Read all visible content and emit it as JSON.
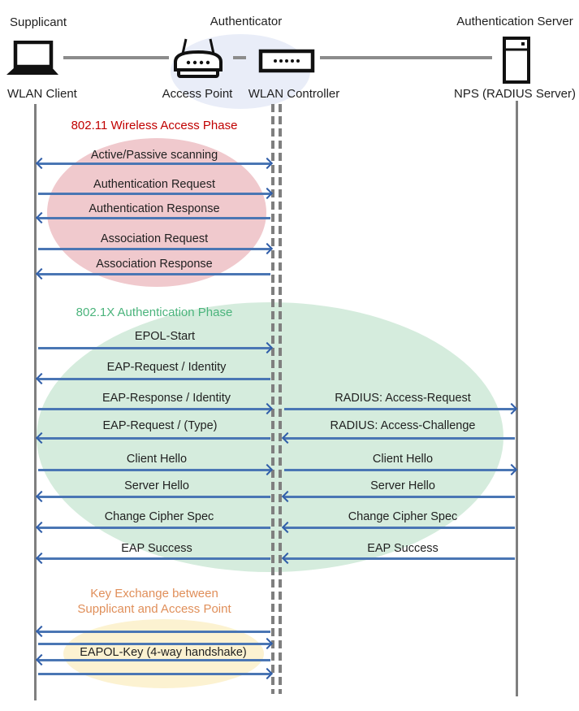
{
  "roles": {
    "supplicant": "Supplicant",
    "authenticator": "Authenticator",
    "authentication_server": "Authentication Server"
  },
  "devices": {
    "wlan_client": "WLAN Client",
    "access_point": "Access Point",
    "wlan_controller": "WLAN Controller",
    "nps": "NPS (RADIUS Server)"
  },
  "phases": {
    "wireless_access": {
      "title": "802.11 Wireless Access Phase",
      "color": "#c00000",
      "ellipse_color": "#f0c9cd"
    },
    "authentication": {
      "title": "802.1X Authentication Phase",
      "color": "#4bb47c",
      "ellipse_color": "#d5ecdd"
    },
    "key_exchange": {
      "title_line1": "Key Exchange between",
      "title_line2": "Supplicant and Access Point",
      "color": "#e08f5a",
      "ellipse_color": "#fcf2d1"
    }
  },
  "messages": [
    {
      "label": "Active/Passive scanning",
      "direction": "bidirectional"
    },
    {
      "label": "Authentication Request",
      "direction": "right"
    },
    {
      "label": "Authentication Response",
      "direction": "left"
    },
    {
      "label": "Association Request",
      "direction": "right"
    },
    {
      "label": "Association Response",
      "direction": "left"
    },
    {
      "label": "EPOL-Start",
      "direction": "right"
    },
    {
      "label": "EAP-Request / Identity",
      "direction": "left"
    },
    {
      "label": "EAP-Response / Identity",
      "right_label": "RADIUS: Access-Request",
      "direction": "right"
    },
    {
      "label": "EAP-Request / (Type)",
      "right_label": "RADIUS: Access-Challenge",
      "direction": "left"
    },
    {
      "label": "Client Hello",
      "right_label": "Client Hello",
      "direction": "right"
    },
    {
      "label": "Server Hello",
      "right_label": "Server Hello",
      "direction": "left"
    },
    {
      "label": "Change Cipher Spec",
      "right_label": "Change Cipher Spec",
      "direction": "left"
    },
    {
      "label": "EAP Success",
      "right_label": "EAP Success",
      "direction": "left"
    },
    {
      "label": "",
      "direction": "left"
    },
    {
      "label": "",
      "direction": "right"
    },
    {
      "label": "EAPOL-Key (4-way handshake)",
      "direction": "left"
    },
    {
      "label": "",
      "direction": "right"
    }
  ],
  "icons": {
    "wlan_client": "laptop-icon",
    "access_point": "wireless-router-icon",
    "wlan_controller": "controller-box-icon",
    "nps": "server-tower-icon"
  },
  "colors": {
    "arrow_line": "#4a76b4",
    "arrow_head": "#2f5da8",
    "lifeline_gray": "#7f7f7f",
    "authenticator_ellipse": "#e9edf8",
    "text": "#1f1f1f"
  }
}
